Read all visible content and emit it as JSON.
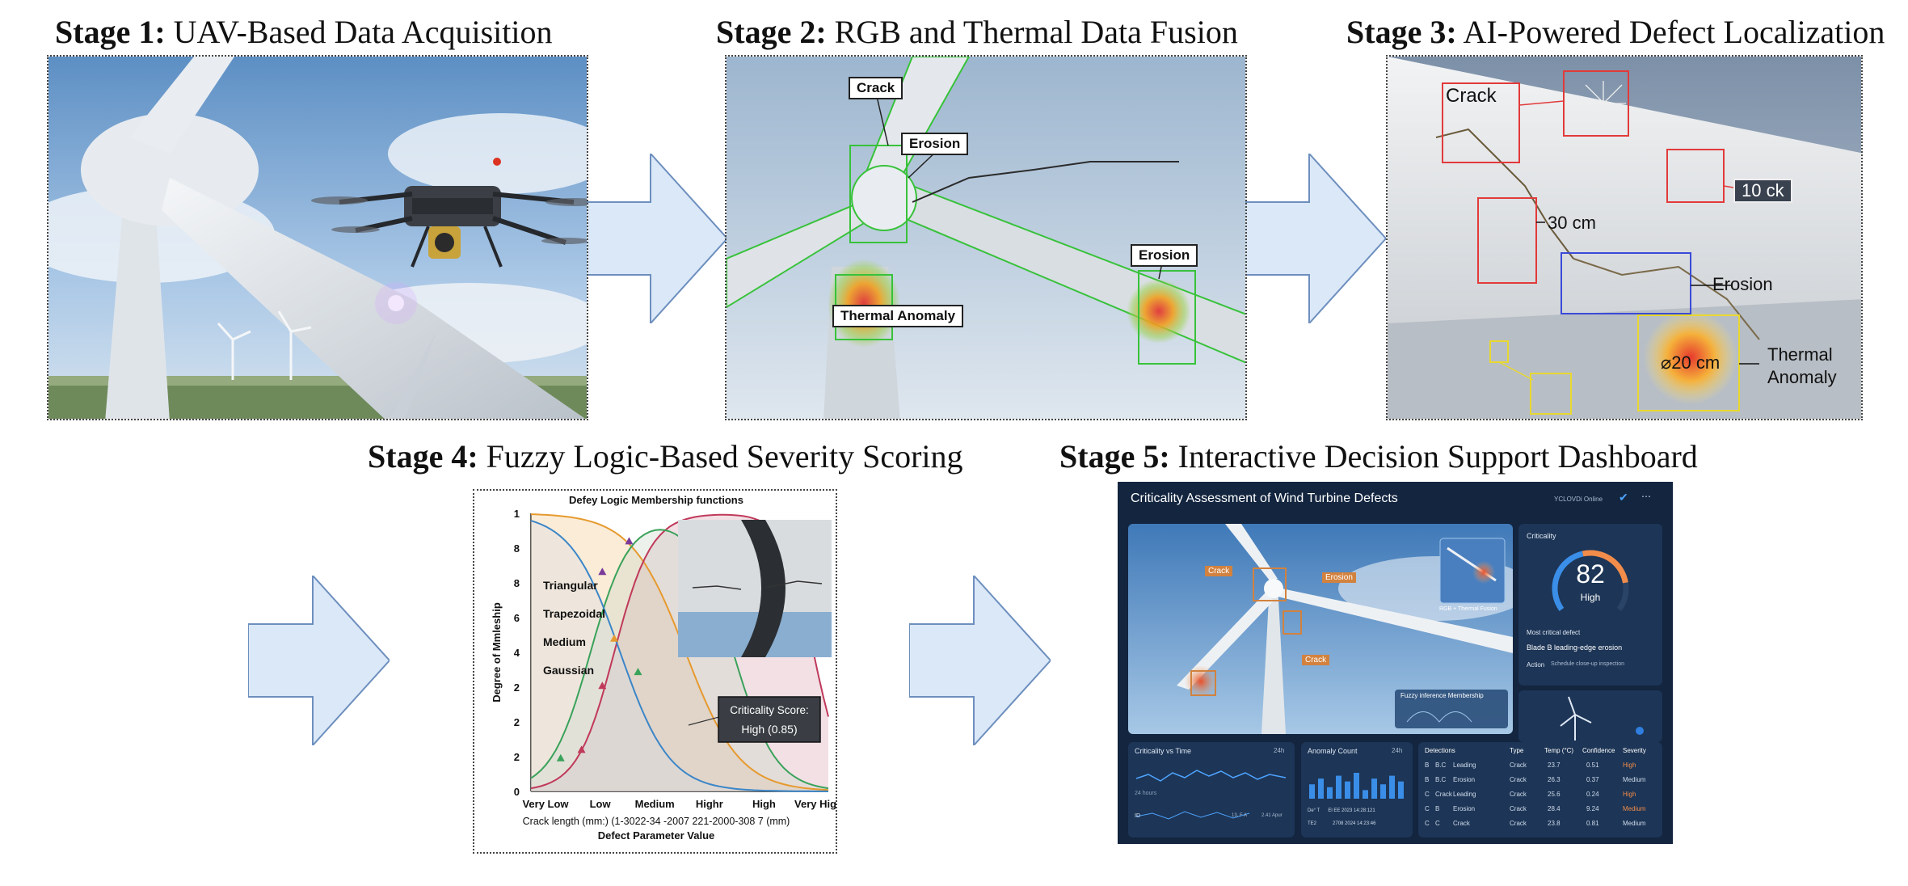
{
  "stages": [
    {
      "bold": "Stage 1:",
      "title": "UAV-Based Data Acquisition"
    },
    {
      "bold": "Stage 2:",
      "title": "RGB and Thermal Data Fusion"
    },
    {
      "bold": "Stage 3:",
      "title": "AI-Powered Defect Localization"
    },
    {
      "bold": "Stage 4:",
      "title": "Fuzzy Logic-Based Severity Scoring"
    },
    {
      "bold": "Stage 5:",
      "title": "Interactive Decision Support Dashboard"
    }
  ],
  "stage2": {
    "labels": {
      "crack": "Crack",
      "erosion1": "Erosion",
      "erosion2": "Erosion",
      "thermal": "Thermal Anomaly"
    }
  },
  "stage3": {
    "crack": "Crack",
    "ck": "10 ck",
    "cm30": "30 cm",
    "erosion": "Erosion",
    "cm20": "⌀20 cm",
    "thermal1": "Thermal",
    "thermal2": "Anomaly"
  },
  "chart_data": {
    "type": "line",
    "title": "Defey Logic Membership functions",
    "ylabel": "Degree of Mmleship",
    "xlabel": "Defect Parameter Value",
    "x_sublabel": "Crack length (mm:) (1-3022-34 -2007 221-2000-308 7 (mm)",
    "x_ticks": [
      "Very Low",
      "Low",
      "Medium",
      "Highr",
      "High",
      "Very High"
    ],
    "y_ticks": [
      "0",
      "2",
      "2",
      "2",
      "4",
      "6",
      "8",
      "8",
      "1"
    ],
    "series": [
      {
        "name": "Triangular",
        "color": "#e69a2e"
      },
      {
        "name": "Trapezoidal",
        "color": "#c0395a"
      },
      {
        "name": "Medium",
        "color": "#3aa25a"
      },
      {
        "name": "Gaussian",
        "color": "#3b86c8"
      }
    ],
    "score_label": "Criticality Score:",
    "score_value": "High (0.85)"
  },
  "dashboard": {
    "title": "Criticality Assessment of Wind Turbine Defects",
    "status": "YCLOVDi Online",
    "img_labels": {
      "crack1": "Crack",
      "erosion": "Erosion",
      "crack2": "Crack"
    },
    "fusion_caption": "RGB + Thermal Fusion",
    "fuzzy_caption": "Fuzzy inference Membership",
    "criticality_label": "Criticality",
    "score": "82",
    "score_level": "High",
    "score_fraction": 0.82,
    "most_critical_label": "Most critical defect",
    "most_critical_value": "Blade B leading-edge erosion",
    "action_label": "Action",
    "action_value": "Schedule close-up inspection",
    "cvt_title": "Criticality vs Time",
    "cvt_range": "24h",
    "cvt_sub": "24 hours",
    "cvt_id": "ID",
    "cvt_foot1": "13, F A",
    "cvt_foot2": "2.41 Apur",
    "anomaly_title": "Anomaly Count",
    "anomaly_range": "24h",
    "anomaly_bars": [
      5,
      7,
      4,
      8,
      6,
      9,
      3,
      7,
      5,
      8,
      6
    ],
    "anomaly_rows": [
      {
        "a": "De°",
        "b": "T",
        "c": "El EE 2023 14:28:121"
      },
      {
        "a": "TE2",
        "b": "",
        "c": "2708 2024 14:23:46"
      }
    ],
    "det_headers": [
      "Detections",
      "Type",
      "Temp (°C)",
      "Confidence",
      "Severity"
    ],
    "det_rows": [
      {
        "b": "B",
        "c": "B.C",
        "d": "Leading",
        "t": "Crack",
        "temp": "23.7",
        "conf": "0.51",
        "sev": "High",
        "sevc": "#f28c4a"
      },
      {
        "b": "B",
        "c": "B.C",
        "d": "Erosion",
        "t": "Crack",
        "temp": "26.3",
        "conf": "0.37",
        "sev": "Medium",
        "sevc": "#cfdcec"
      },
      {
        "b": "C",
        "c": "Crack",
        "d": "Leading",
        "t": "Crack",
        "temp": "25.6",
        "conf": "0.24",
        "sev": "High",
        "sevc": "#f28c4a"
      },
      {
        "b": "C",
        "c": "B",
        "d": "Erosion",
        "t": "Crack",
        "temp": "28.4",
        "conf": "9.24",
        "sev": "Medium",
        "sevc": "#f28c4a"
      },
      {
        "b": "C",
        "c": "C",
        "d": "Crack",
        "t": "Crack",
        "temp": "23.8",
        "conf": "0.81",
        "sev": "Medium",
        "sevc": "#cfdcec"
      }
    ]
  }
}
